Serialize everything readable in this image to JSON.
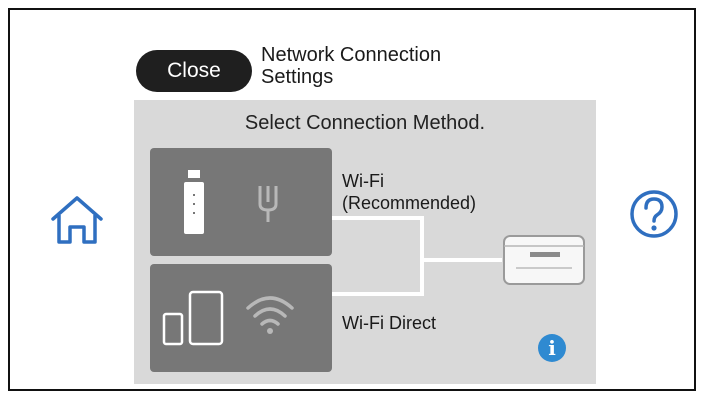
{
  "header": {
    "close_label": "Close",
    "title_line1": "Network Connection",
    "title_line2": "Settings"
  },
  "panel": {
    "prompt": "Select Connection Method.",
    "options": [
      {
        "label_line1": "Wi-Fi",
        "label_line2": "(Recommended)",
        "icon": "wifi-router-icon"
      },
      {
        "label_line1": "Wi-Fi Direct",
        "icon": "wifi-direct-devices-icon"
      }
    ]
  },
  "icons": {
    "home": "home-icon",
    "help": "help-icon",
    "info": "info-icon",
    "printer": "printer-icon"
  },
  "info_glyph": "i",
  "colors": {
    "accent_blue": "#2f6fc0",
    "info_blue": "#2f8ad1",
    "panel_bg": "#d9d9d9",
    "card_bg": "#777777",
    "close_bg": "#1f1f1f"
  }
}
